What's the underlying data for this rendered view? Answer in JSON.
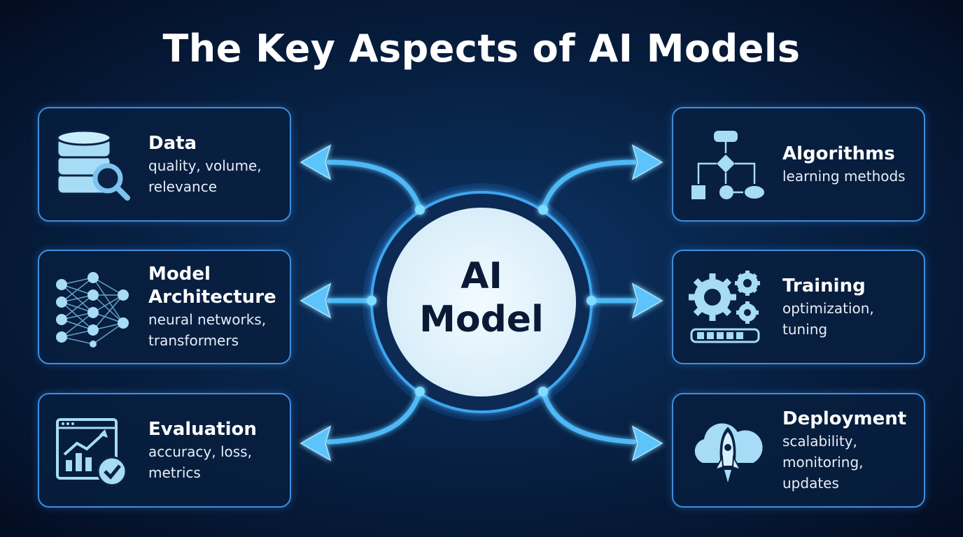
{
  "title": "The Key Aspects of AI Models",
  "center": {
    "line1": "AI",
    "line2": "Model"
  },
  "colors": {
    "accent": "#3d8fe0",
    "glow": "#4fc3ff",
    "background": "#082449",
    "center_fill": "#e6f4fc",
    "center_text": "#0a1a36"
  },
  "aspects": [
    {
      "icon": "database-search-icon",
      "title": "Data",
      "desc": [
        "quality, volume,",
        "relevance"
      ]
    },
    {
      "icon": "neural-network-icon",
      "title": "Model Architecture",
      "desc": [
        "neural networks,",
        "transformers"
      ]
    },
    {
      "icon": "evaluation-chart-icon",
      "title": "Evaluation",
      "desc": [
        "accuracy, loss,",
        "metrics"
      ]
    },
    {
      "icon": "flowchart-icon",
      "title": "Algorithms",
      "desc": [
        "learning methods"
      ]
    },
    {
      "icon": "gears-progress-icon",
      "title": "Training",
      "desc": [
        "optimization,",
        "tuning"
      ]
    },
    {
      "icon": "cloud-rocket-icon",
      "title": "Deployment",
      "desc": [
        "scalability,",
        "monitoring,",
        "updates"
      ]
    }
  ]
}
